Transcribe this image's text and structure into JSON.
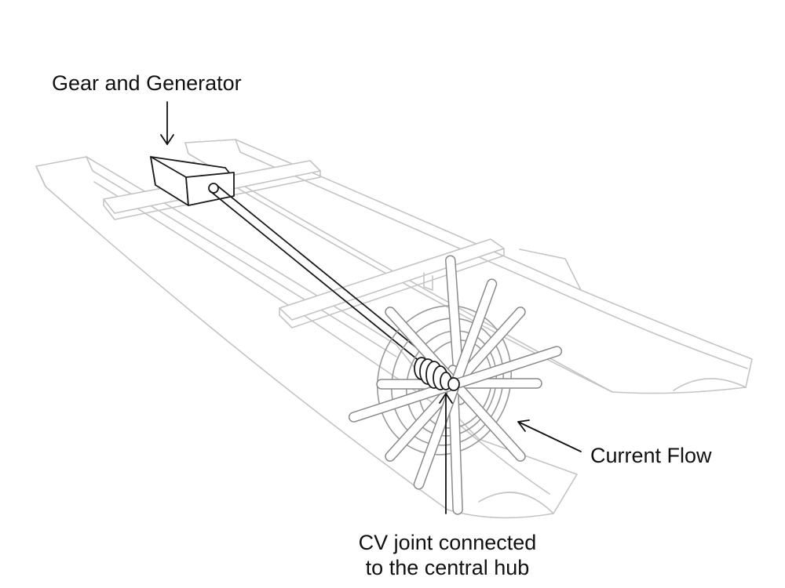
{
  "labels": {
    "gear_generator": "Gear and Generator",
    "current_flow": "Current Flow",
    "cv_joint_line1": "CV joint connected",
    "cv_joint_line2": "to the central hub"
  },
  "colors": {
    "ink": "#1a1a1a",
    "hull_outline": "#c4c4c4",
    "wheel_outline": "#9a9a9a",
    "background": "#ffffff"
  }
}
